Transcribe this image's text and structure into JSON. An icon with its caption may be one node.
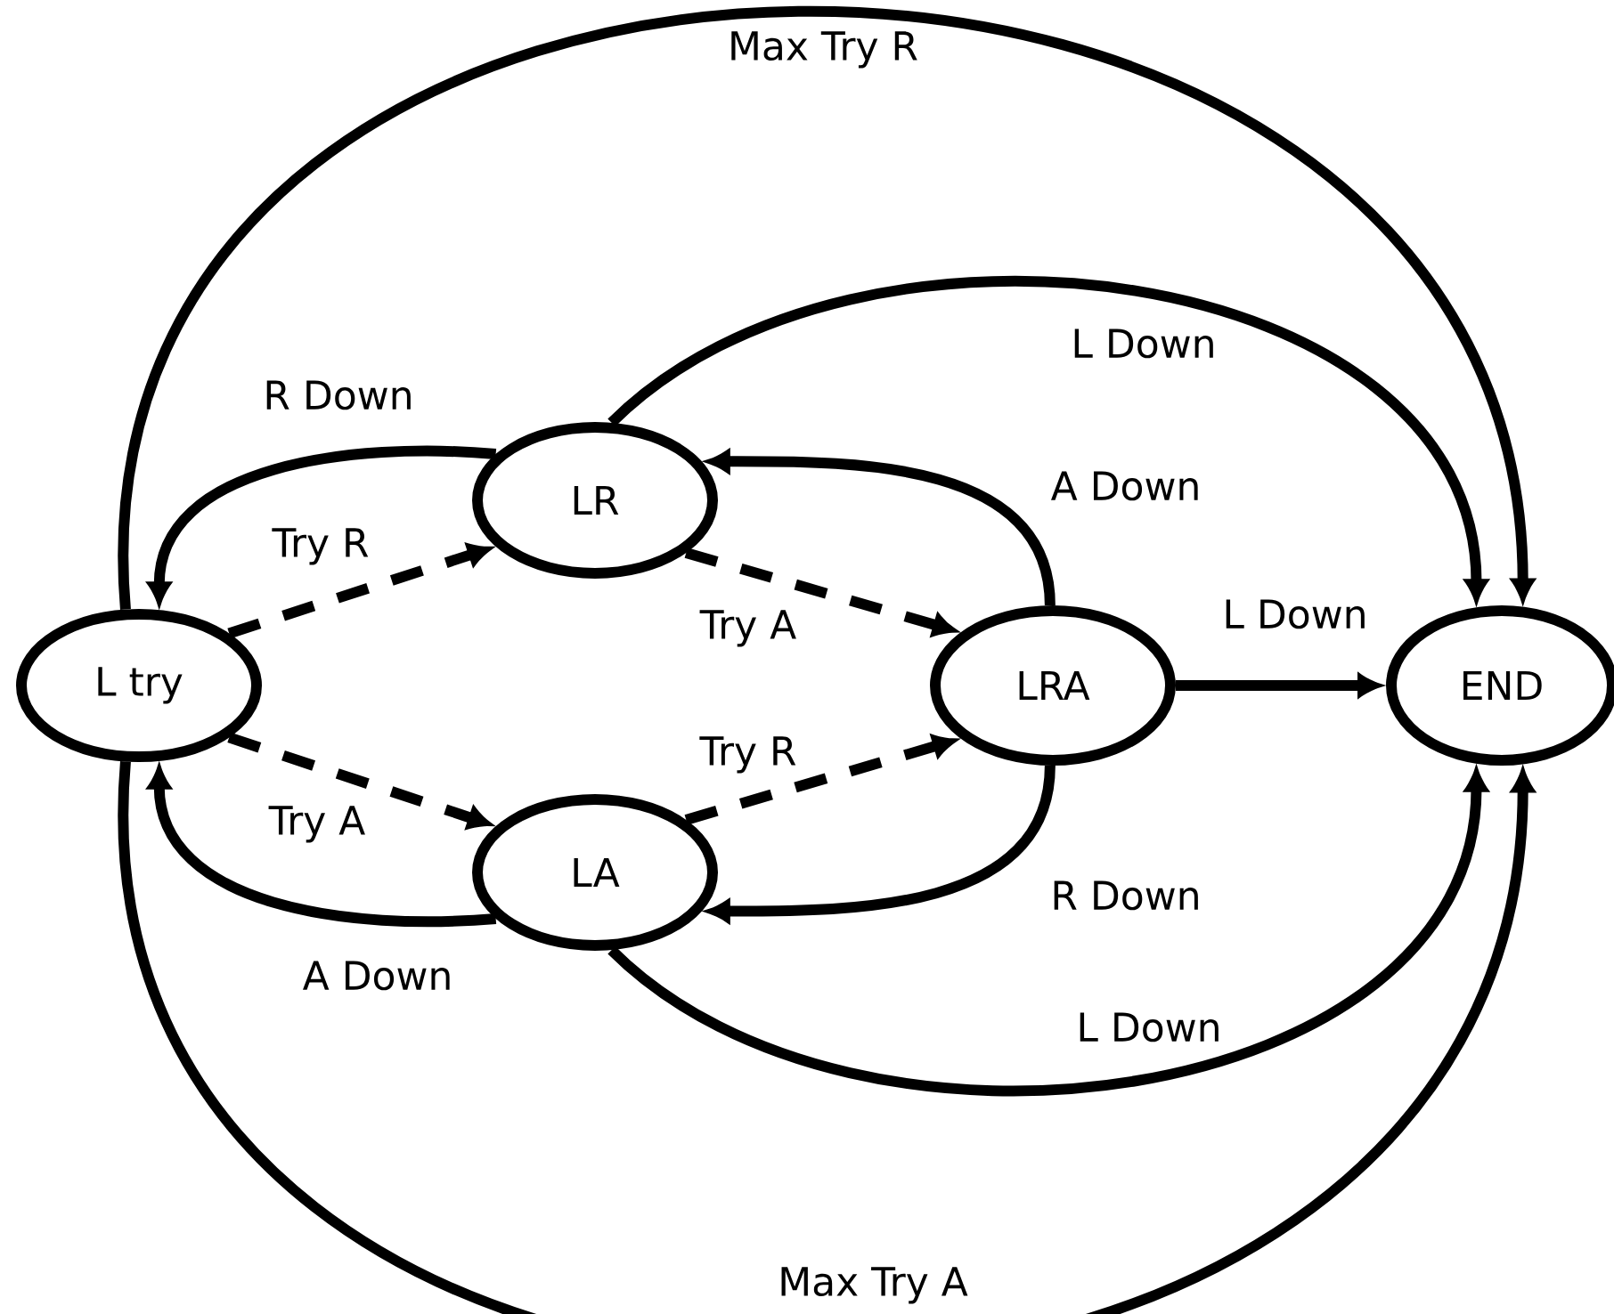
{
  "diagram": {
    "nodes": [
      {
        "text": [
          "L try"
        ]
      },
      {
        "text": [
          "LR"
        ]
      },
      {
        "text": [
          "LA"
        ]
      },
      {
        "text": [
          "LRA"
        ]
      },
      {
        "text": [
          "END"
        ]
      }
    ],
    "edges": [
      {
        "from": 0,
        "to": 1,
        "arrow": "to",
        "label": "Try R",
        "style": "dashed"
      },
      {
        "from": 0,
        "to": 2,
        "arrow": "to",
        "label": "Try A",
        "style": "dashed"
      },
      {
        "from": 1,
        "to": 3,
        "arrow": "to",
        "label": "Try A",
        "style": "dashed"
      },
      {
        "from": 2,
        "to": 3,
        "arrow": "to",
        "label": "Try R",
        "style": "dashed"
      },
      {
        "from": 1,
        "to": 0,
        "arrow": "to",
        "label": "R Down"
      },
      {
        "from": 2,
        "to": 0,
        "arrow": "to",
        "label": "A Down"
      },
      {
        "from": 3,
        "to": 1,
        "arrow": "to",
        "label": "A Down"
      },
      {
        "from": 3,
        "to": 2,
        "arrow": "to",
        "label": "R Down"
      },
      {
        "from": 1,
        "to": 4,
        "arrow": "to",
        "label": "L Down"
      },
      {
        "from": 2,
        "to": 4,
        "arrow": "to",
        "label": "L Down"
      },
      {
        "from": 3,
        "to": 4,
        "arrow": "to",
        "label": "L Down"
      },
      {
        "from": 0,
        "to": 4,
        "arrow": "to",
        "label": "Max Try R"
      },
      {
        "from": 0,
        "to": 4,
        "arrow": "to",
        "label": "Max Try A"
      }
    ]
  }
}
